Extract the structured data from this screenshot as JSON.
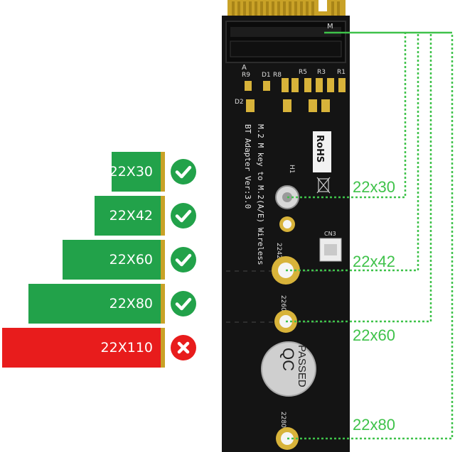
{
  "colors": {
    "compatible": "#22a24a",
    "incompatible": "#e81c1c",
    "gold": "#c9a227",
    "pcb": "#141414",
    "callout": "#3fc24a"
  },
  "lengths": [
    {
      "label": "22X30",
      "status": "check-icon",
      "compatible": true
    },
    {
      "label": "22X42",
      "status": "check-icon",
      "compatible": true
    },
    {
      "label": "22X60",
      "status": "check-icon",
      "compatible": true
    },
    {
      "label": "22X80",
      "status": "check-icon",
      "compatible": true
    },
    {
      "label": "22X110",
      "status": "cross-icon",
      "compatible": false
    }
  ],
  "callouts": [
    "22x30",
    "22x42",
    "22x60",
    "22x80"
  ],
  "board": {
    "line1": "M.2 M key to M.2(A/E) Wireless",
    "line2": "BT Adapter Ver:3.0",
    "rohs": "RoHS",
    "h1": "H1",
    "cn3": "CN3",
    "ref_m": "M",
    "ref_a": "A",
    "ref_r9": "R9",
    "ref_r8": "R8",
    "ref_r5": "R5",
    "ref_r3": "R3",
    "ref_r1": "R1",
    "ref_d1": "D1",
    "ref_d2": "D2",
    "hole_2242": "2242",
    "hole_2260": "2260",
    "hole_2280": "2280",
    "qc_line1": "QC",
    "qc_line2": "PASSED"
  }
}
